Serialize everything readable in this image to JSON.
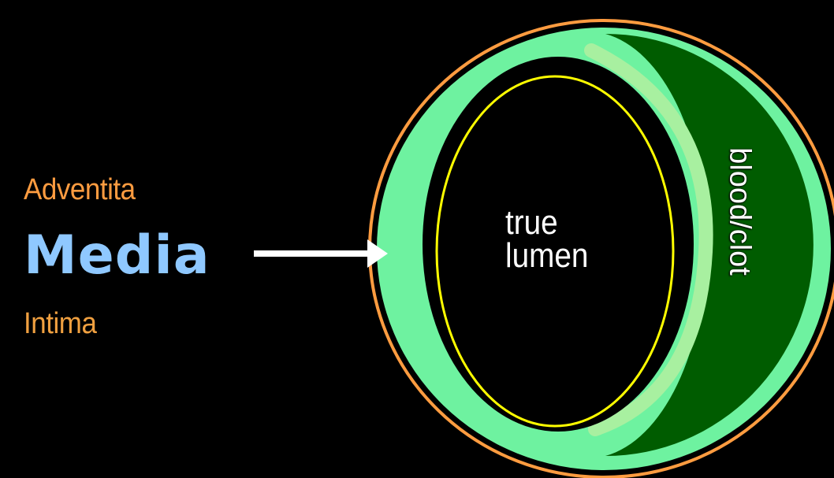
{
  "labels": {
    "adventitia": "Adventita",
    "media": "Media",
    "intima": "Intima",
    "true_lumen_line1": "true",
    "true_lumen_line2": "lumen",
    "false_lumen": "blood/clot"
  },
  "colors": {
    "background": "#000000",
    "adventitia": "#ff9c40",
    "media_label": "#8fc8ff",
    "intima_label": "#f0a040",
    "media_wall": "#6ef2a0",
    "intima_ring": "#ffff00",
    "flap": "#a8f0a0",
    "false_lumen": "#005c00",
    "arrow": "#ffffff"
  }
}
